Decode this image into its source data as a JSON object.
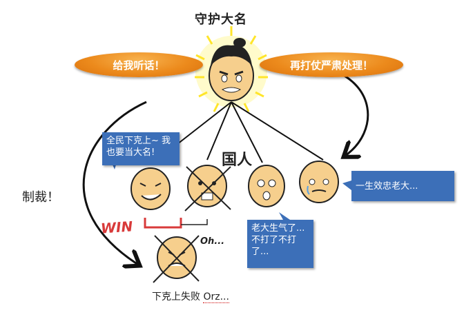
{
  "title": "守护大名",
  "speech_left": "给我听话！",
  "speech_right": "再打仗严肃处理！",
  "kokujin_label": "国人",
  "sanction_label": "制裁！",
  "callout_rebel": "全民下克上~ 我也要当大名!",
  "callout_loyal": "一生效忠老大...",
  "callout_scared": "老大生气了...不打了不打了...",
  "win_text": "WIN",
  "oh_text": "Oh...",
  "fail_text": "下克上失败",
  "fail_suffix": "Orz...",
  "colors": {
    "pill_orange": "#ec8a1c",
    "callout_blue": "#3c6fb8",
    "skin": "#f6cf8d",
    "win_red": "#d83a3a",
    "glow_yellow": "#fff26a"
  }
}
